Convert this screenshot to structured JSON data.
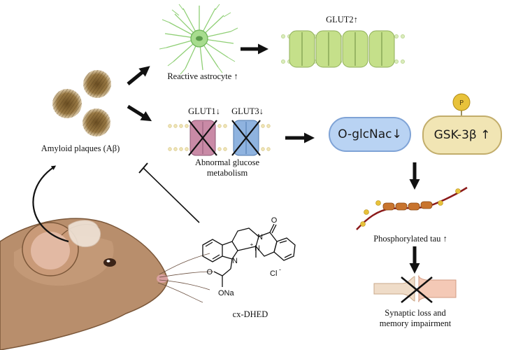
{
  "labels": {
    "reactive_astrocyte": "Reactive astrocyte ↑",
    "glut2": "GLUT2↑",
    "amyloid_plaques": "Amyloid plaques (Aβ)",
    "glut1": "GLUT1↓",
    "glut3": "GLUT3↓",
    "abnormal_glucose_line1": "Abnormal glucose",
    "abnormal_glucose_line2": "metabolism",
    "o_glcnac": "O-glcNac↓",
    "gsk3b": "GSK-3β ↑",
    "phospho_badge": "P",
    "phosphorylated_tau": "Phosphorylated tau ↑",
    "synaptic_line1": "Synaptic loss and",
    "synaptic_line2": "memory impairment",
    "compound_name": "cx-DHED",
    "atom_O_carbonyl": "O",
    "atom_N_top": "N",
    "atom_N_plus": "N",
    "atom_plus": "+",
    "atom_N_indole": "N",
    "atom_Cl": "Cl",
    "atom_Cl_minus": "-",
    "atom_O_ester": "O",
    "atom_ONa": "ONa"
  },
  "colors": {
    "arrow": "#111111",
    "glut2_green": "#c5e08a",
    "glut1_pink": "#c98aa6",
    "glut3_blue": "#8fb3df",
    "plaque_brown": "#8a6a3a",
    "astrocyte_green": "#8fcf75",
    "tau_red": "#8b1a1a",
    "tau_bead": "#c8742e",
    "phospho_yellow": "#e8c23a",
    "mouse_fur": "#b88e6c"
  }
}
